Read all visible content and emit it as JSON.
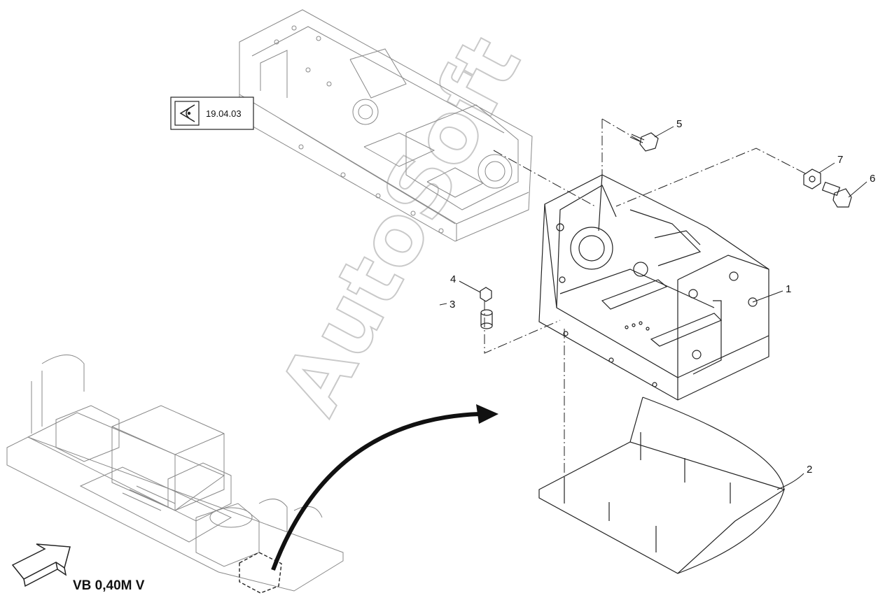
{
  "reference": {
    "icon": "eye-view-icon",
    "label": "19.04.03"
  },
  "callouts": [
    {
      "id": "1",
      "label": "1"
    },
    {
      "id": "2",
      "label": "2"
    },
    {
      "id": "3",
      "label": "3"
    },
    {
      "id": "4",
      "label": "4"
    },
    {
      "id": "5",
      "label": "5"
    },
    {
      "id": "6",
      "label": "6"
    },
    {
      "id": "7",
      "label": "7"
    }
  ],
  "variant": {
    "label": "VB 0,40M V",
    "icon": "direction-arrow-icon"
  },
  "watermark": {
    "text": "AutoSoft"
  },
  "colors": {
    "line": "#222222",
    "faded_line": "#888888",
    "watermark": "#c9c9c9",
    "background": "#ffffff"
  }
}
